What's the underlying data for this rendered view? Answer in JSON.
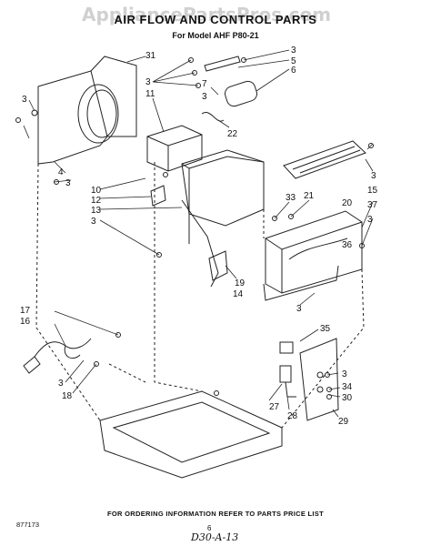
{
  "header": {
    "watermark": "AppliancePartsPros.com",
    "title": "AIR FLOW AND CONTROL PARTS",
    "subtitle": "For Model AHF P80-21"
  },
  "footer": {
    "note": "FOR ORDERING INFORMATION REFER TO PARTS PRICE LIST",
    "code": "877173",
    "page": "6",
    "handwritten": "D30-A-13"
  },
  "callouts": [
    "31",
    "3",
    "5",
    "6",
    "3",
    "11",
    "7",
    "3",
    "3",
    "22",
    "4",
    "3",
    "10",
    "12",
    "13",
    "3",
    "33",
    "21",
    "20",
    "37",
    "3",
    "15",
    "36",
    "3",
    "19",
    "14",
    "3",
    "17",
    "16",
    "3",
    "18",
    "35",
    "3",
    "34",
    "30",
    "27",
    "28",
    "29"
  ],
  "line_color": "#222222"
}
